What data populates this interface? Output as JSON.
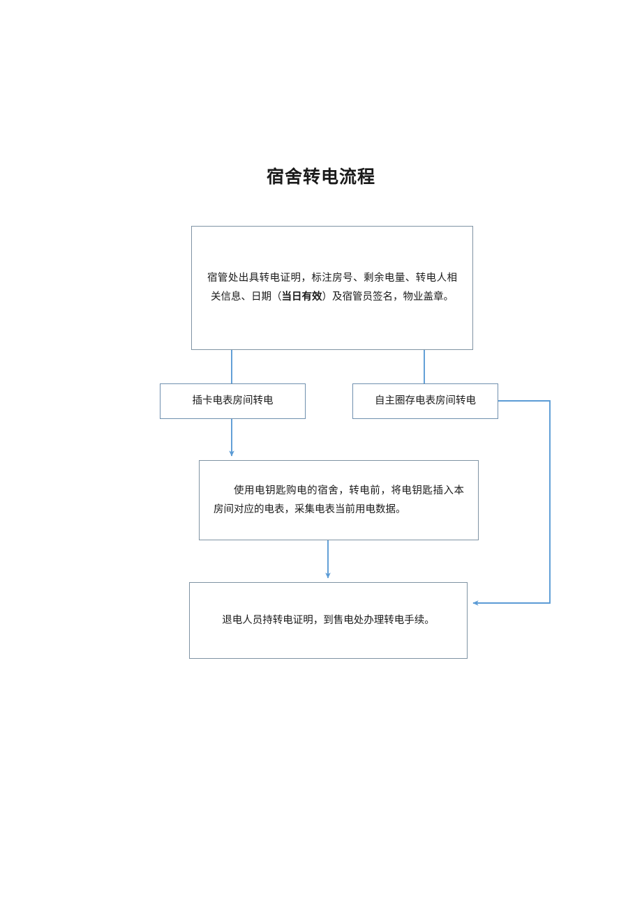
{
  "page": {
    "title": "宿舍转电流程",
    "background_color": "#ffffff"
  },
  "theme": {
    "connector_color": "#5b9bd5",
    "node_border_color": "#7f93a3",
    "node_border_color_alt": "#6f8fae",
    "node_fill_color": "#ffffff",
    "text_color": "#1a1a1a"
  },
  "flowchart": {
    "type": "flowchart",
    "orientation": "top-to-bottom",
    "nodes": [
      {
        "id": "issue-cert",
        "name": "issue-certificate-node",
        "text_prefix": "宿管处出具转电证明，标注房号、剩余电量、转电人相关信息、日期（",
        "text_bold": "当日有效",
        "text_suffix": "）及宿管员签名，物业盖章。",
        "full_text": "宿管处出具转电证明，标注房号、剩余电量、转电人相关信息、日期（当日有效）及宿管员签名，物业盖章。"
      },
      {
        "id": "card-meter",
        "name": "card-meter-room-transfer-node",
        "full_text": "插卡电表房间转电"
      },
      {
        "id": "selfload-meter",
        "name": "self-load-meter-room-transfer-node",
        "full_text": "自主圈存电表房间转电"
      },
      {
        "id": "collect-data",
        "name": "collect-meter-data-node",
        "full_text": "使用电钥匙购电的宿舍，转电前，将电钥匙插入本房间对应的电表，采集电表当前用电数据。"
      },
      {
        "id": "finalize",
        "name": "finalize-transfer-node",
        "full_text": "退电人员持转电证明，到售电处办理转电手续。"
      }
    ],
    "edges": [
      {
        "id": "e1",
        "from": "issue-cert",
        "to": "card-meter",
        "arrowhead": false
      },
      {
        "id": "e2",
        "from": "issue-cert",
        "to": "selfload-meter",
        "arrowhead": false
      },
      {
        "id": "e3",
        "from": "card-meter",
        "to": "collect-data",
        "arrowhead": true
      },
      {
        "id": "e4",
        "from": "collect-data",
        "to": "finalize",
        "arrowhead": true
      },
      {
        "id": "e5",
        "from": "selfload-meter",
        "to": "finalize",
        "arrowhead": true,
        "routing": "right-elbow"
      }
    ]
  }
}
